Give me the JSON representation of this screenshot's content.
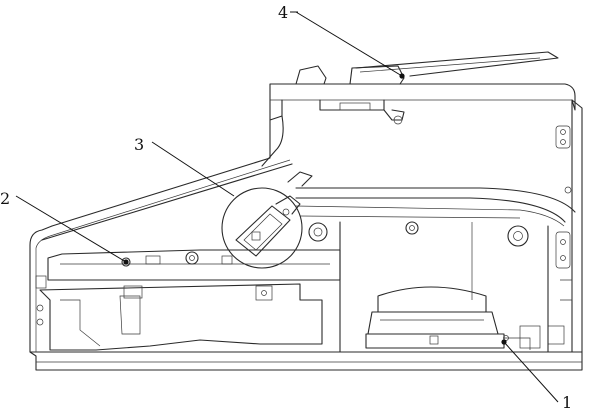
{
  "callouts": [
    {
      "label": "4",
      "target": "top-document-feeder"
    },
    {
      "label": "3",
      "target": "paper-guide-detail-circle"
    },
    {
      "label": "2",
      "target": "control-board"
    },
    {
      "label": "1",
      "target": "speaker"
    }
  ],
  "colors": {
    "line": "#2a2a2a",
    "background": "#ffffff"
  }
}
